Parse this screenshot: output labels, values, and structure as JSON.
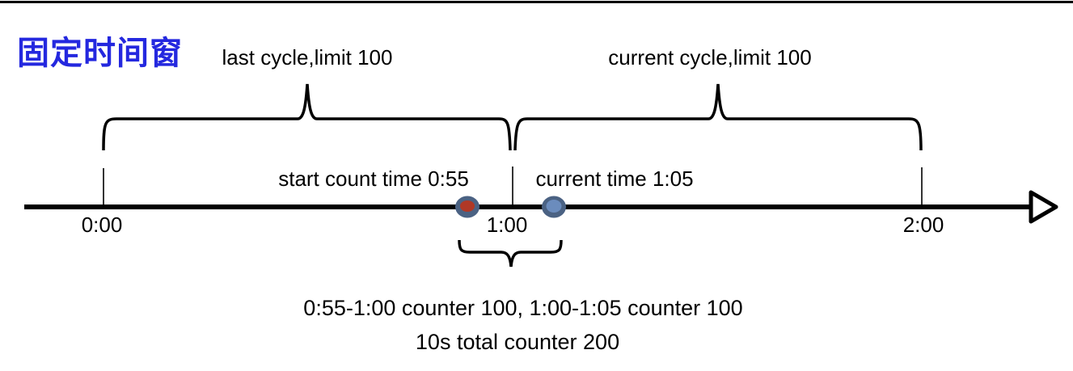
{
  "title": "固定时间窗",
  "colors": {
    "title_blue": "#2428DF",
    "dot_ring": "#4B6283",
    "dot_red": "#B03826",
    "dot_blue": "#6B8CBD",
    "ink": "#000000"
  },
  "diagram": {
    "type": "timeline",
    "axis_ticks": [
      "0:00",
      "1:00",
      "2:00"
    ],
    "braces": [
      {
        "label": "last cycle,limit 100",
        "from": "0:00",
        "to": "1:00"
      },
      {
        "label": "current cycle,limit 100",
        "from": "1:00",
        "to": "2:00"
      }
    ],
    "markers": [
      {
        "label": "start count time 0:55",
        "time": "0:55",
        "color": "#B03826"
      },
      {
        "label": "current time 1:05",
        "time": "1:05",
        "color": "#6B8CBD"
      }
    ],
    "summary_lines": [
      "0:55-1:00 counter 100, 1:00-1:05 counter 100",
      "10s total counter 200"
    ]
  }
}
